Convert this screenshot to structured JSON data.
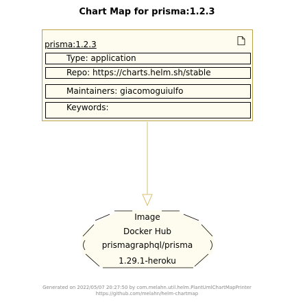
{
  "title": "Chart Map for prisma:1.2.3",
  "chart": {
    "name": "prisma:1.2.3",
    "type": "Type: application",
    "repo": "Repo: https://charts.helm.sh/stable",
    "maintainers": "Maintainers: giacomoguiulfo",
    "keywords": "Keywords:"
  },
  "image": {
    "header": "Image",
    "registry": "Docker Hub",
    "name": "prismagraphql/prisma",
    "tag": "1.29.1-heroku"
  },
  "footer": {
    "line1": "Generated on 2022/05/07 20:27:50 by com.melahn.util.helm.PlantUmlChartMapPrinter",
    "line2": "https://github.com/melahn/helm-chartmap"
  },
  "colors": {
    "fill": "#fefcee",
    "border": "#b8a24a",
    "arrow": "#d8c070"
  }
}
